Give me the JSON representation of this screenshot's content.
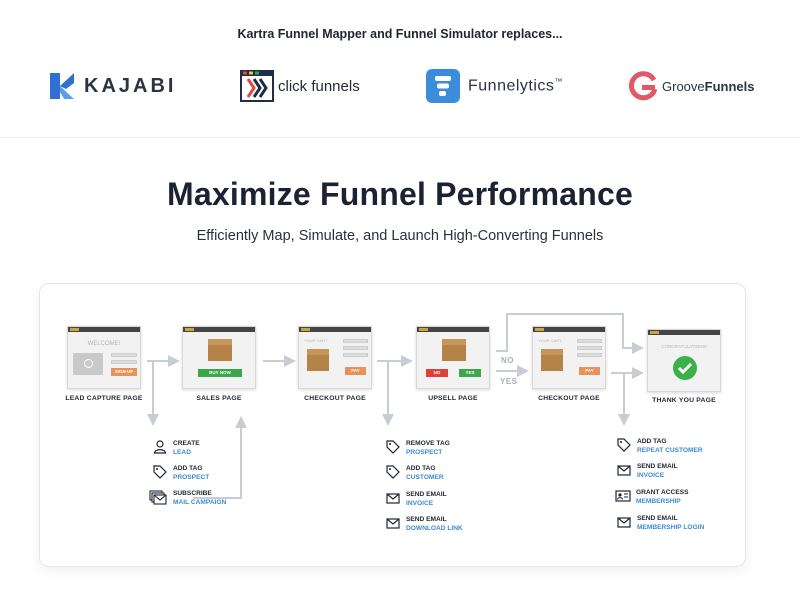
{
  "intro": {
    "replaces_text": "Kartra Funnel Mapper and Funnel Simulator replaces..."
  },
  "logos": {
    "kajabi": "KAJABI",
    "clickfunnels": "click funnels",
    "funnelytics": "Funnelytics",
    "funnelytics_tm": "™",
    "groove_a": "Groove",
    "groove_b": "Funnels"
  },
  "hero": {
    "title": "Maximize Funnel Performance",
    "subtitle": "Efficiently Map, Simulate, and Launch High-Converting Funnels"
  },
  "funnel": {
    "pages": [
      {
        "label": "LEAD CAPTURE PAGE",
        "card_title": "WELCOME!",
        "button": "SIGN UP"
      },
      {
        "label": "SALES PAGE",
        "button": "BUY NOW"
      },
      {
        "label": "CHECKOUT PAGE",
        "card_title": "YOUR CART",
        "button": "PAY"
      },
      {
        "label": "UPSELL PAGE",
        "button_no": "NO",
        "button_yes": "YES"
      },
      {
        "label": "CHECKOUT PAGE",
        "card_title": "YOUR CART",
        "button": "PAY"
      },
      {
        "label": "THANK YOU PAGE",
        "card_title": "CONGRATULATIONS!"
      }
    ],
    "branch_no": "NO",
    "branch_yes": "YES",
    "actions_lead": [
      {
        "icon": "user-icon",
        "title": "CREATE",
        "value": "LEAD"
      },
      {
        "icon": "tag-icon",
        "title": "ADD TAG",
        "value": "PROSPECT"
      },
      {
        "icon": "mail-stack-icon",
        "title": "SUBSCRIBE",
        "value": "MAIL CAMPAIGN"
      }
    ],
    "actions_upsell": [
      {
        "icon": "tag-icon",
        "title": "REMOVE TAG",
        "value": "PROSPECT"
      },
      {
        "icon": "tag-icon",
        "title": "ADD TAG",
        "value": "CUSTOMER"
      },
      {
        "icon": "envelope-icon",
        "title": "SEND EMAIL",
        "value": "INVOICE"
      },
      {
        "icon": "envelope-icon",
        "title": "SEND EMAIL",
        "value": "DOWNLOAD LINK"
      }
    ],
    "actions_thanks": [
      {
        "icon": "tag-icon",
        "title": "ADD TAG",
        "value": "REPEAT CUSTOMER"
      },
      {
        "icon": "envelope-icon",
        "title": "SEND EMAIL",
        "value": "INVOICE"
      },
      {
        "icon": "id-card-icon",
        "title": "GRANT ACCESS",
        "value": "MEMBERSHIP"
      },
      {
        "icon": "envelope-icon",
        "title": "SEND EMAIL",
        "value": "MEMBERSHIP LOGIN"
      }
    ]
  },
  "colors": {
    "accent_blue": "#3c8bd0",
    "text_dark": "#1f2433",
    "buy_green": "#3aa84a",
    "no_red": "#e0403a",
    "pay_orange": "#e8925a",
    "check_green": "#3cb14a",
    "arrow_gray": "#c8cdd4"
  }
}
